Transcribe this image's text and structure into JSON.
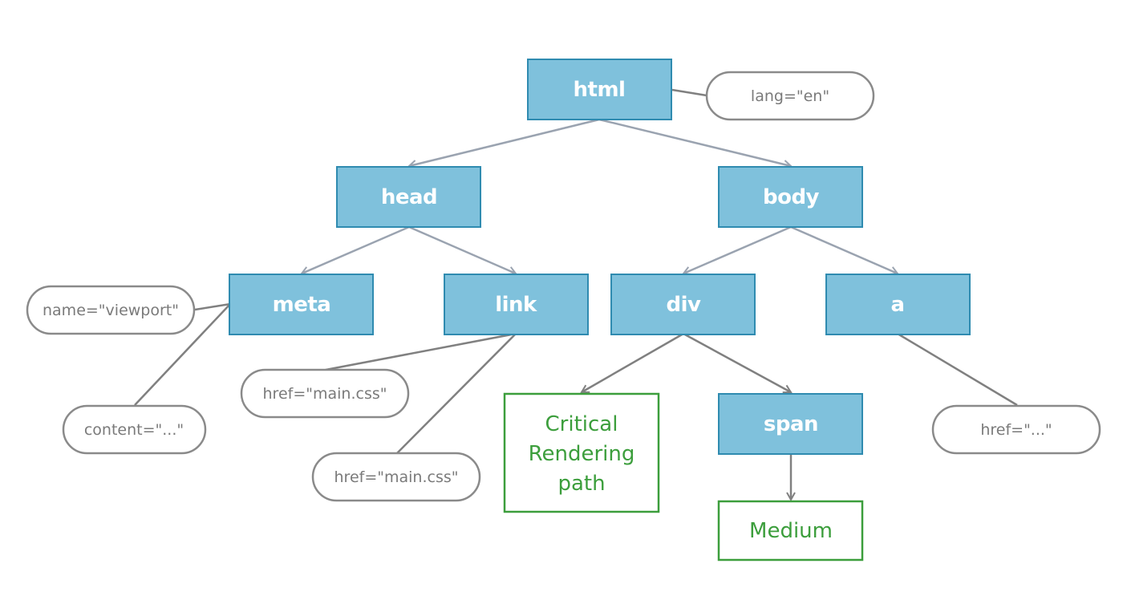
{
  "nodes": {
    "html": "html",
    "head": "head",
    "body": "body",
    "meta": "meta",
    "link": "link",
    "div": "div",
    "a": "a",
    "span": "span"
  },
  "text_nodes": {
    "critical_line1": "Critical",
    "critical_line2": "Rendering",
    "critical_line3": "path",
    "medium": "Medium"
  },
  "attributes": {
    "html_lang": "lang=\"en\"",
    "meta_name": "name=\"viewport\"",
    "meta_content": "content=\"...\"",
    "link_href_1": "href=\"main.css\"",
    "link_href_2": "href=\"main.css\"",
    "a_href": "href=\"...\""
  },
  "colors": {
    "element_fill": "#7fc1dc",
    "element_border": "#2f8bb0",
    "text_node_color": "#3c9e3c",
    "attribute_border": "#8a8a8a"
  }
}
